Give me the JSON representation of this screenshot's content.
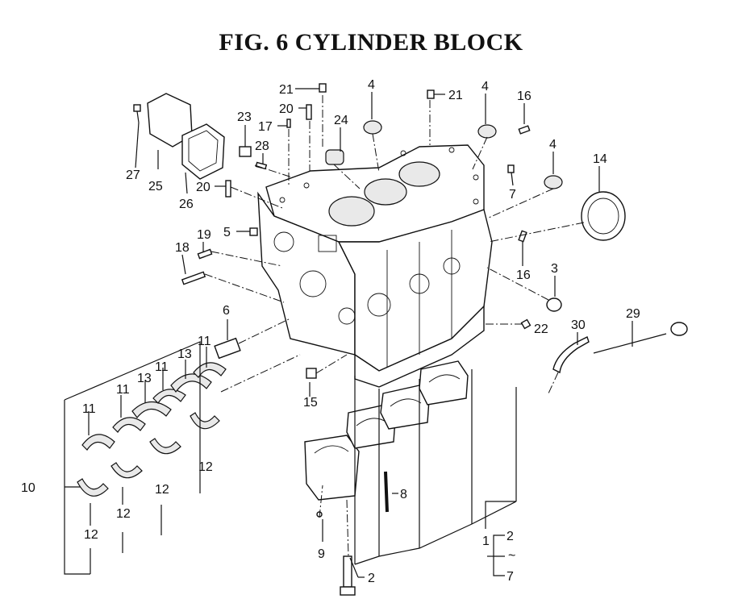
{
  "title": "FIG. 6  CYLINDER BLOCK",
  "callouts": {
    "n1": "1",
    "n2a": "2",
    "n2b": "2",
    "tilde": "~",
    "n3": "3",
    "n4a": "4",
    "n4b": "4",
    "n4c": "4",
    "n5": "5",
    "n6": "6",
    "n7a": "7",
    "n7b": "7",
    "n8": "8",
    "n9": "9",
    "n10": "10",
    "n11a": "11",
    "n11b": "11",
    "n11c": "11",
    "n11d": "11",
    "n12a": "12",
    "n12b": "12",
    "n12c": "12",
    "n12d": "12",
    "n13a": "13",
    "n13b": "13",
    "n14": "14",
    "n15": "15",
    "n16a": "16",
    "n16b": "16",
    "n17": "17",
    "n18": "18",
    "n19": "19",
    "n20a": "20",
    "n20b": "20",
    "n21a": "21",
    "n21b": "21",
    "n22": "22",
    "n23": "23",
    "n24": "24",
    "n25": "25",
    "n26": "26",
    "n27": "27",
    "n28": "28",
    "n29": "29",
    "n30": "30"
  }
}
